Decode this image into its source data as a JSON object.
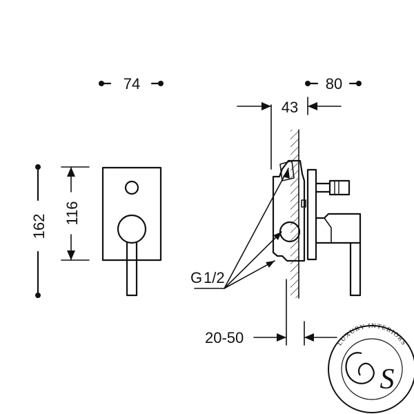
{
  "dimensions": {
    "front_width": "74",
    "side_depth": "80",
    "recess_depth": "43",
    "total_height": "162",
    "body_height": "116",
    "thread": "G",
    "thread_fraction": "1/2",
    "wall_range": "20-50"
  },
  "logo": {
    "ring_text": "LUXURY INTERIORS",
    "monogram": "S"
  },
  "colors": {
    "line": "#111111",
    "background": "#ffffff"
  }
}
